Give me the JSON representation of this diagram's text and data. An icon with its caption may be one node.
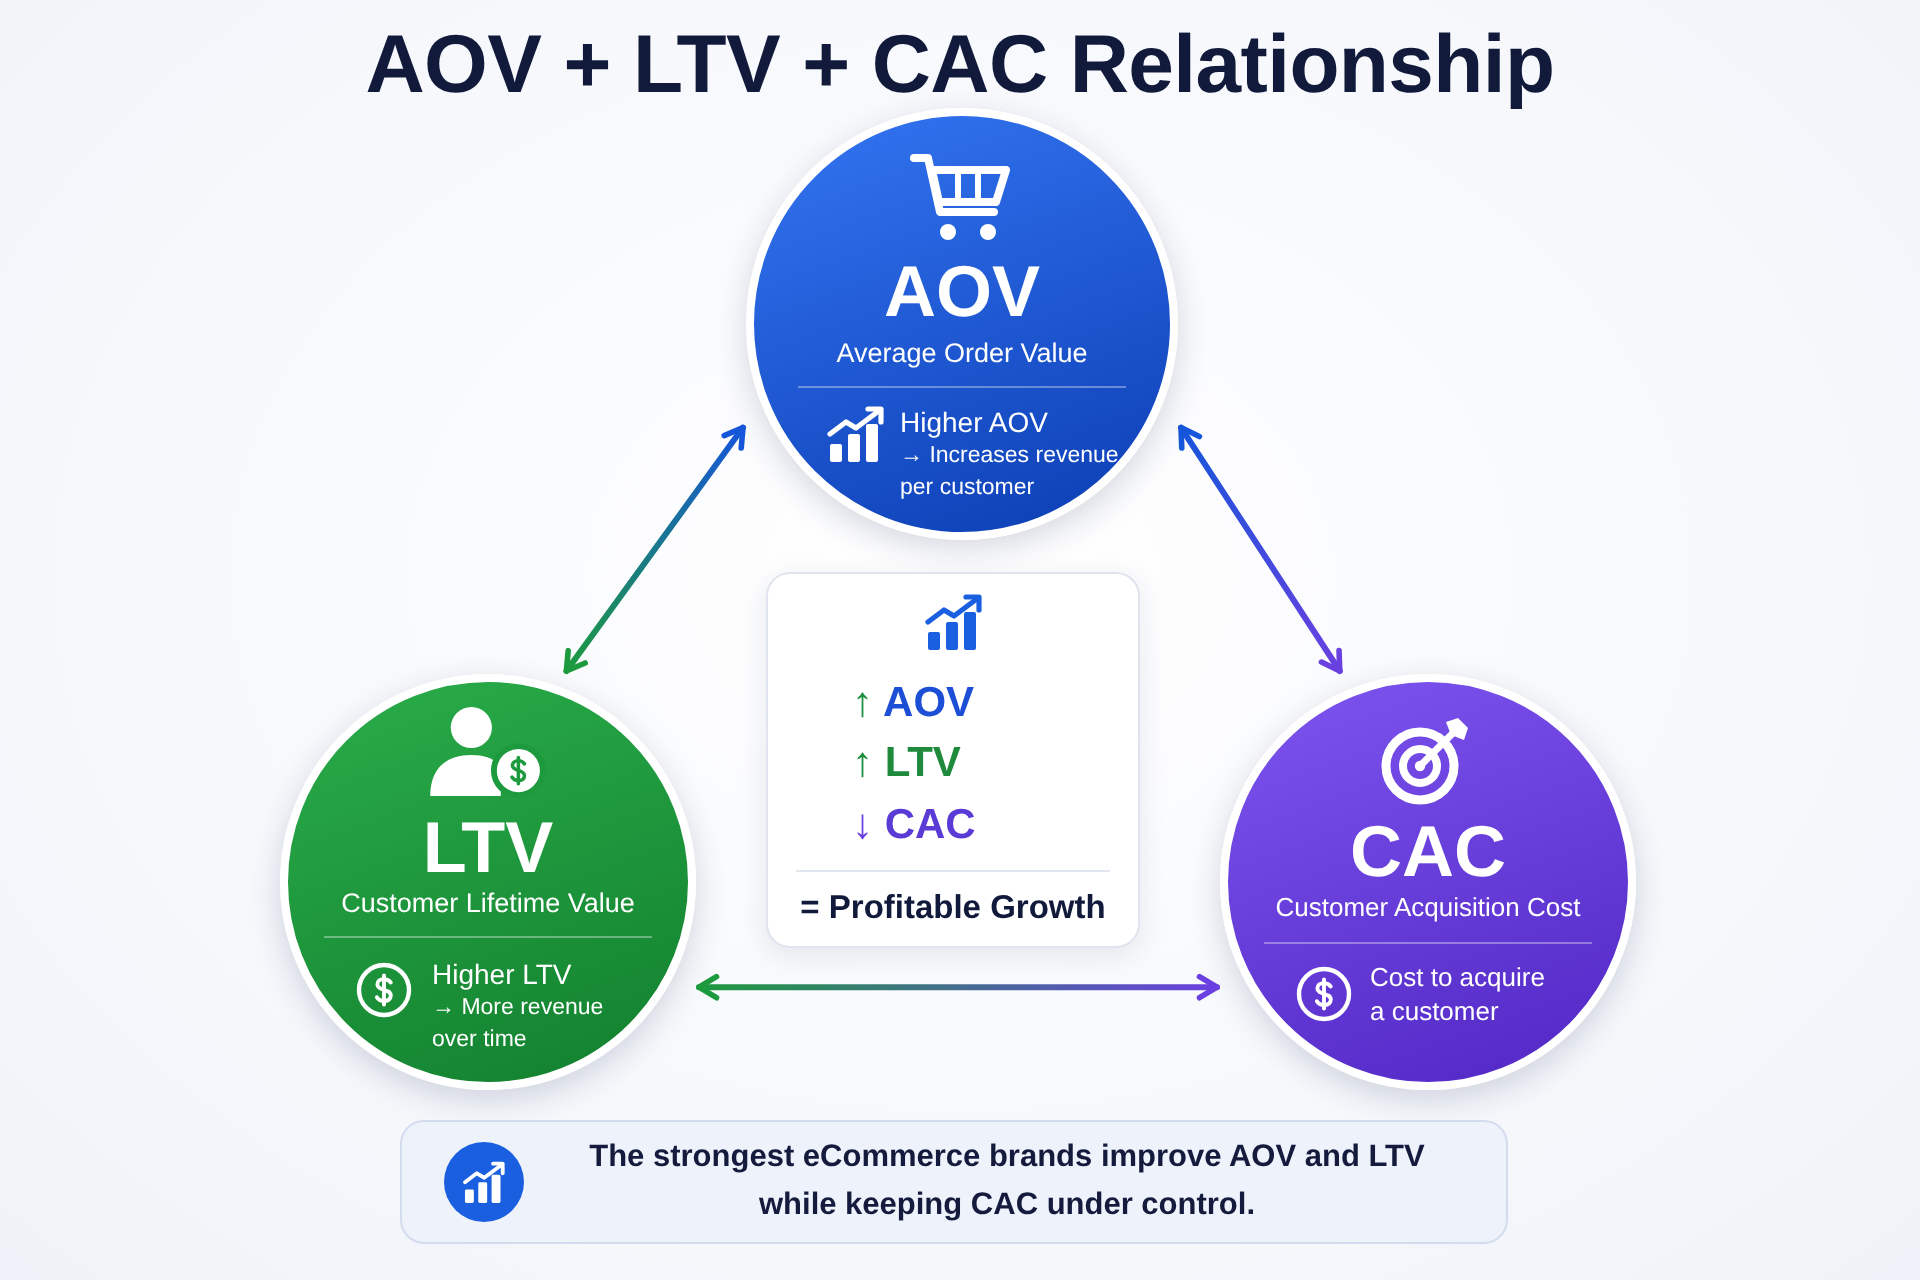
{
  "diagram": {
    "title": "AOV + LTV + CAC Relationship",
    "nodes": [
      {
        "text": [
          "AOV",
          "Average Order Value",
          "Higher AOV",
          "→ Increases revenue per customer"
        ]
      },
      {
        "text": [
          "LTV",
          "Customer Lifetime Value",
          "Higher LTV",
          "→ More revenue over time"
        ]
      },
      {
        "text": [
          "CAC",
          "Customer Acquisition Cost",
          "Cost to acquire a customer"
        ]
      },
      {
        "text": [
          "↑ AOV",
          "↑ LTV",
          "↓ CAC",
          "= Profitable Growth"
        ]
      },
      {
        "text": [
          "The strongest eCommerce brands improve AOV and LTV while keeping CAC under control."
        ]
      }
    ],
    "edges": [
      {
        "from": 0,
        "to": 1,
        "arrow": "both"
      },
      {
        "from": 0,
        "to": 2,
        "arrow": "both"
      },
      {
        "from": 1,
        "to": 2,
        "arrow": "both"
      }
    ]
  }
}
